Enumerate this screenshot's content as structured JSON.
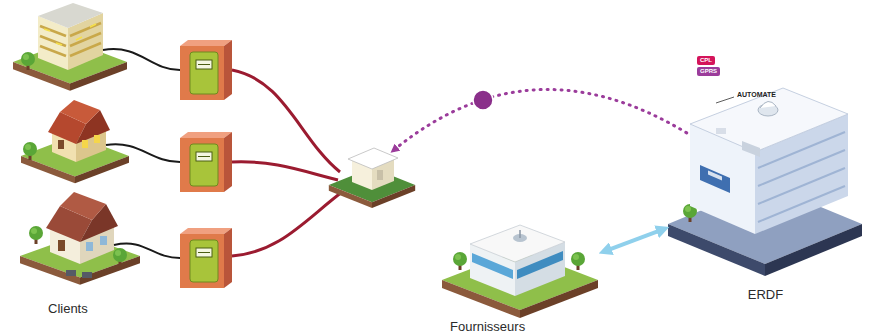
{
  "diagram": {
    "nodes": [
      {
        "text": [
          "Fournisseurs"
        ]
      },
      {
        "text": [
          "ERDF"
        ]
      }
    ],
    "edges": [
      {
        "from": 0,
        "to": 1,
        "arrow": "both"
      }
    ],
    "labels": [
      "Clients",
      "CPL",
      "GPRS",
      "AUTOMATE"
    ]
  }
}
